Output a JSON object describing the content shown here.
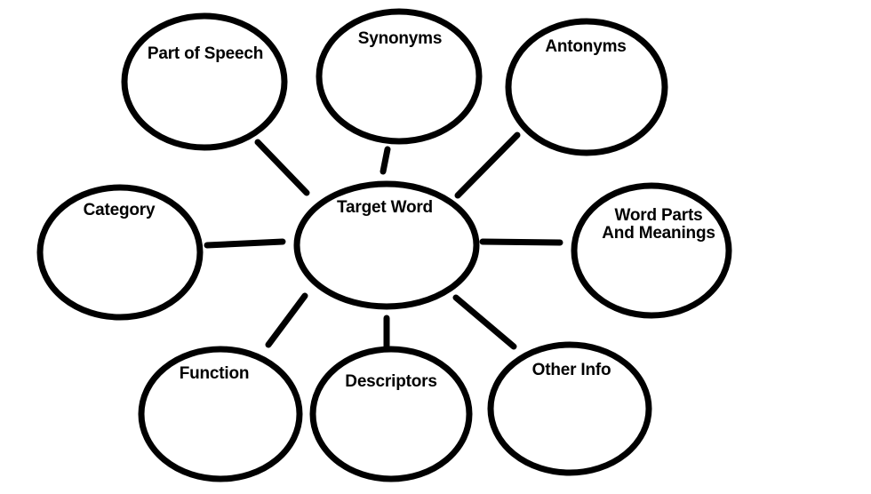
{
  "diagram": {
    "type": "word-map",
    "background_color": "#ffffff",
    "stroke_color": "#000000",
    "center_node": {
      "id": "target-word",
      "label": "Target Word"
    },
    "nodes": [
      {
        "id": "part-of-speech",
        "label": "Part of Speech"
      },
      {
        "id": "synonyms",
        "label": "Synonyms"
      },
      {
        "id": "antonyms",
        "label": "Antonyms"
      },
      {
        "id": "category",
        "label": "Category"
      },
      {
        "id": "word-parts-and-meanings",
        "label": "Word Parts\nAnd Meanings"
      },
      {
        "id": "function",
        "label": "Function"
      },
      {
        "id": "descriptors",
        "label": "Descriptors"
      },
      {
        "id": "other-info",
        "label": "Other Info"
      }
    ],
    "edges": [
      {
        "from": "target-word",
        "to": "part-of-speech"
      },
      {
        "from": "target-word",
        "to": "synonyms"
      },
      {
        "from": "target-word",
        "to": "antonyms"
      },
      {
        "from": "target-word",
        "to": "category"
      },
      {
        "from": "target-word",
        "to": "word-parts-and-meanings"
      },
      {
        "from": "target-word",
        "to": "function"
      },
      {
        "from": "target-word",
        "to": "descriptors"
      },
      {
        "from": "target-word",
        "to": "other-info"
      }
    ]
  }
}
